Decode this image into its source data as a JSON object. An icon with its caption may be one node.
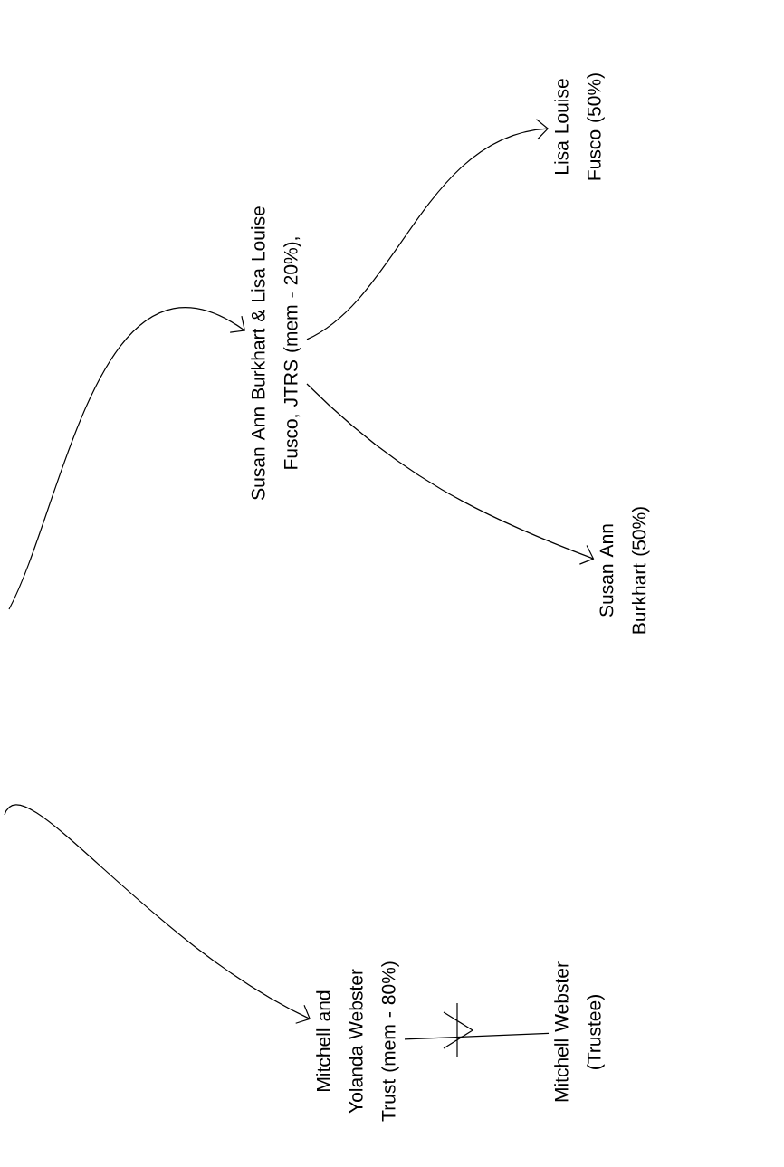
{
  "diagram": {
    "nodes": [
      {
        "text": [
          "Mitchell and Yolanda Webster Trust (mem - 80%)"
        ]
      },
      {
        "text": [
          "Mitchell Webster (Trustee)"
        ]
      },
      {
        "text": [
          "Susan Ann Burkhart & Lisa Louise Fusco, JTRS (mem - 20%),"
        ]
      },
      {
        "text": [
          "Susan Ann Burkhart (50%)"
        ]
      },
      {
        "text": [
          "Lisa Louise Fusco (50%)"
        ]
      }
    ],
    "edges": [
      {
        "from": null,
        "to": 0,
        "arrow": "to"
      },
      {
        "from": 0,
        "to": 1,
        "arrow": "none"
      },
      {
        "from": null,
        "to": 2,
        "arrow": "to"
      },
      {
        "from": 2,
        "to": 3,
        "arrow": "to"
      },
      {
        "from": 2,
        "to": 4,
        "arrow": "to"
      }
    ]
  }
}
